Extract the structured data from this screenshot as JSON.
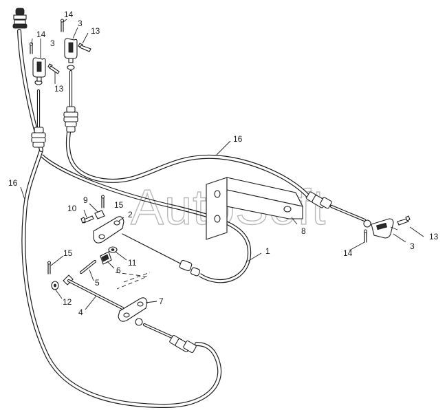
{
  "watermark": "AutoSoft",
  "labels": {
    "l1": "1",
    "l2": "2",
    "l3a": "3",
    "l3b": "3",
    "l3c": "3",
    "l4": "4",
    "l5": "5",
    "l6": "6",
    "l7": "7",
    "l8": "8",
    "l9": "9",
    "l10": "10",
    "l11": "11",
    "l12": "12",
    "l13a": "13",
    "l13b": "13",
    "l13c": "13",
    "l14a": "14",
    "l14b": "14",
    "l14c": "14",
    "l15a": "15",
    "l15b": "15",
    "l16a": "16",
    "l16b": "16"
  }
}
